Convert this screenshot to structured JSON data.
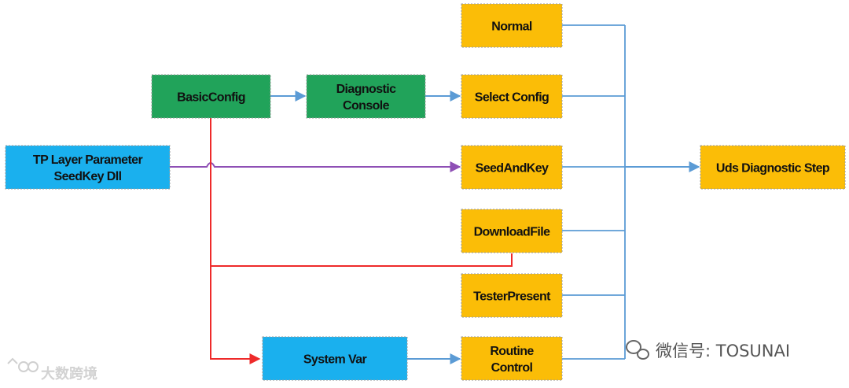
{
  "colors": {
    "green": "#21a35a",
    "blue": "#1ab0ee",
    "orange": "#fbbd07",
    "line_blue": "#5b9bd5",
    "line_red": "#ee2a2a",
    "line_purple": "#8e4fb5"
  },
  "nodes": {
    "basic_config": {
      "label": [
        "BasicConfig"
      ]
    },
    "diagnostic_console": {
      "label": [
        "Diagnostic",
        "Console"
      ]
    },
    "tp_layer": {
      "label": [
        "TP Layer Parameter",
        "SeedKey Dll"
      ]
    },
    "normal": {
      "label": [
        "Normal"
      ]
    },
    "select_config": {
      "label": [
        "Select Config"
      ]
    },
    "seed_and_key": {
      "label": [
        "SeedAndKey"
      ]
    },
    "download_file": {
      "label": [
        "DownloadFile"
      ]
    },
    "tester_present": {
      "label": [
        "TesterPresent"
      ]
    },
    "routine_control": {
      "label": [
        "Routine",
        "Control"
      ]
    },
    "system_var": {
      "label": [
        "System Var"
      ]
    },
    "uds_step": {
      "label": [
        "Uds Diagnostic Step"
      ]
    }
  },
  "watermarks": {
    "left": "大数跨境",
    "right": "微信号: TOSUNAI"
  }
}
